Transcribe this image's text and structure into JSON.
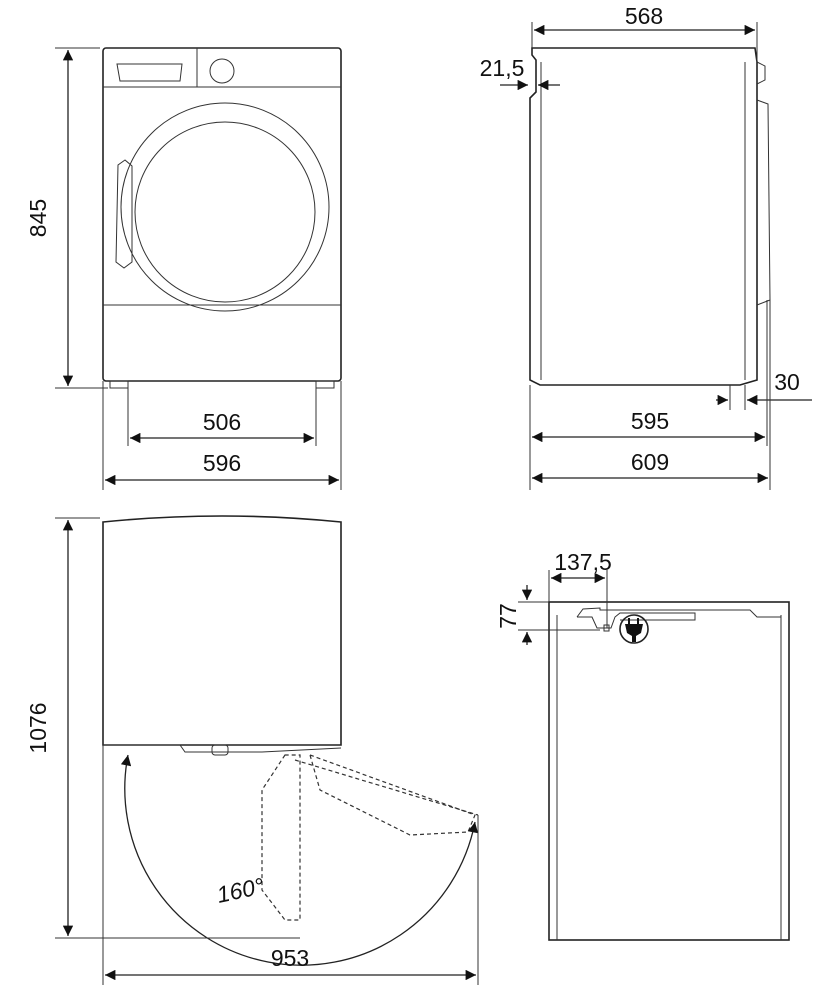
{
  "front_view": {
    "height": "845",
    "feet_width": "506",
    "width": "596"
  },
  "side_view": {
    "top_depth": "568",
    "front_offset": "21,5",
    "rear_offset": "30",
    "depth": "595",
    "total_depth": "609"
  },
  "top_view": {
    "depth_door_open": "1076",
    "door_angle": "160°",
    "width_door_open": "953"
  },
  "rear_view": {
    "plug_horizontal": "137,5",
    "plug_vertical": "77"
  },
  "icons": {
    "plug": "power-plug-icon"
  }
}
